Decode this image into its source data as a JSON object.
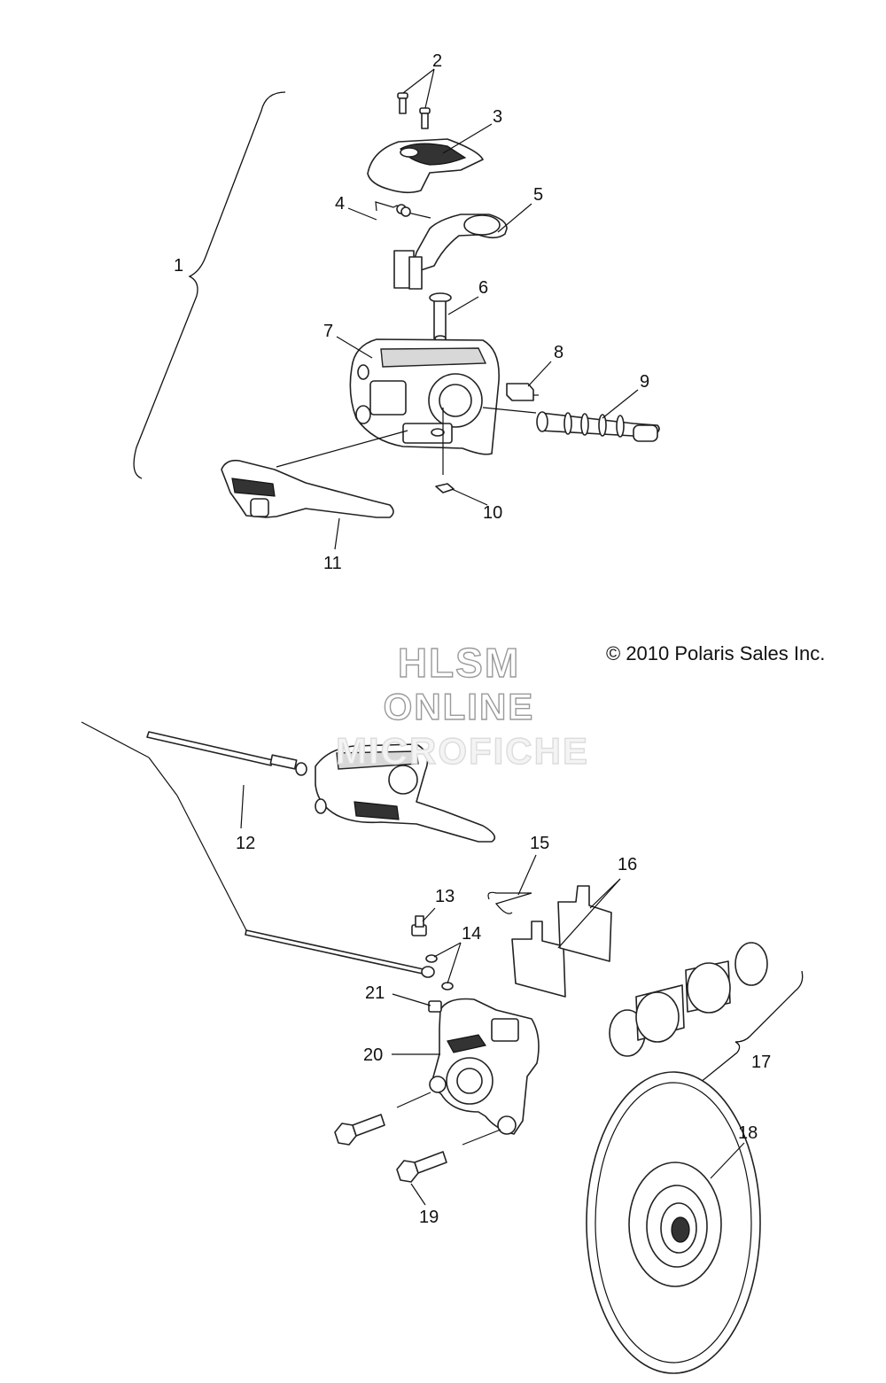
{
  "callouts": {
    "c1": "1",
    "c2": "2",
    "c3": "3",
    "c4": "4",
    "c5": "5",
    "c6": "6",
    "c7": "7",
    "c8": "8",
    "c9": "9",
    "c10": "10",
    "c11": "11",
    "c12": "12",
    "c13": "13",
    "c14": "14",
    "c15": "15",
    "c16": "16",
    "c17": "17",
    "c18": "18",
    "c19": "19",
    "c20": "20",
    "c21": "21"
  },
  "watermark": {
    "line1": "HLSM",
    "line2": "ONLINE",
    "line3": "MICROFICHE"
  },
  "copyright": "© 2010 Polaris Sales Inc.",
  "colors": {
    "line": "#222222",
    "watermark_outline": "#9a9a9a",
    "background": "#ffffff"
  }
}
